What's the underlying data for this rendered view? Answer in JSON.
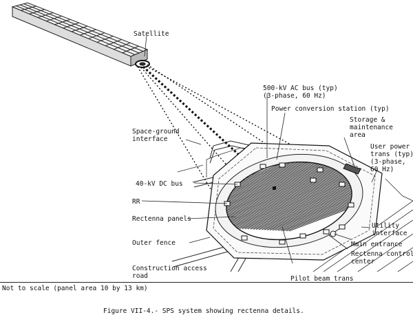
{
  "labels": {
    "satellite": "Satellite",
    "ac_bus": "500-kV AC bus (typ)\n(3-phase, 60 Hz)",
    "power_conversion": "Power conversion station (typ)",
    "storage": "Storage &\nmaintenance\narea",
    "user_power": "User power\ntrans (typ)\n(3-phase,\n60 Hz)",
    "space_ground": "Space-ground\ninterface",
    "dc_bus": "40-kV DC bus",
    "rr": "RR",
    "rectenna_panels": "Rectenna panels",
    "utility": "Utility\ninterface",
    "outer_fence": "Outer fence",
    "main_entrance": "Main entrance",
    "rectenna_control": "Rectenna control\ncenter",
    "construction_road": "Construction access\nroad",
    "pilot_beam": "Pilot beam trans"
  },
  "scale_note": "Not to scale (panel area 10 by 13 km)",
  "caption": "Figure VII-4.- SPS system showing rectenna details."
}
